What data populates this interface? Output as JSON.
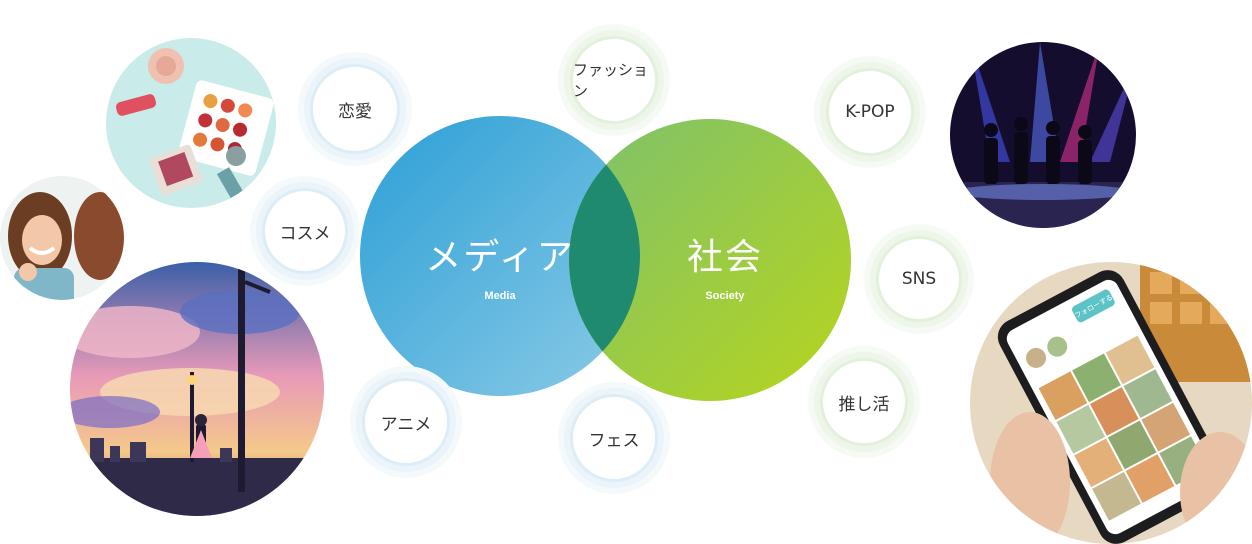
{
  "venn": {
    "left": {
      "label": "メディア",
      "sublabel": "Media",
      "color_from": "#3aa8d8",
      "color_to": "#8fcce8"
    },
    "right": {
      "label": "社会",
      "sublabel": "Society",
      "color_from": "#86c86a",
      "color_to": "#b7d520"
    },
    "overlap_color": "#1f8a6e"
  },
  "topics": [
    {
      "label": "恋愛",
      "tone": "blue"
    },
    {
      "label": "ファッション",
      "tone": "green"
    },
    {
      "label": "K-POP",
      "tone": "green"
    },
    {
      "label": "コスメ",
      "tone": "blue"
    },
    {
      "label": "SNS",
      "tone": "green"
    },
    {
      "label": "アニメ",
      "tone": "blue"
    },
    {
      "label": "フェス",
      "tone": "blue"
    },
    {
      "label": "推し活",
      "tone": "green"
    }
  ],
  "photos": {
    "cosmetics": "cosmetics-photo",
    "women": "women-chatting-photo",
    "anime": "anime-sky-illustration",
    "kpop": "kpop-stage-photo",
    "phone": "smartphone-sns-photo",
    "phone_button_text": "フォローする"
  }
}
